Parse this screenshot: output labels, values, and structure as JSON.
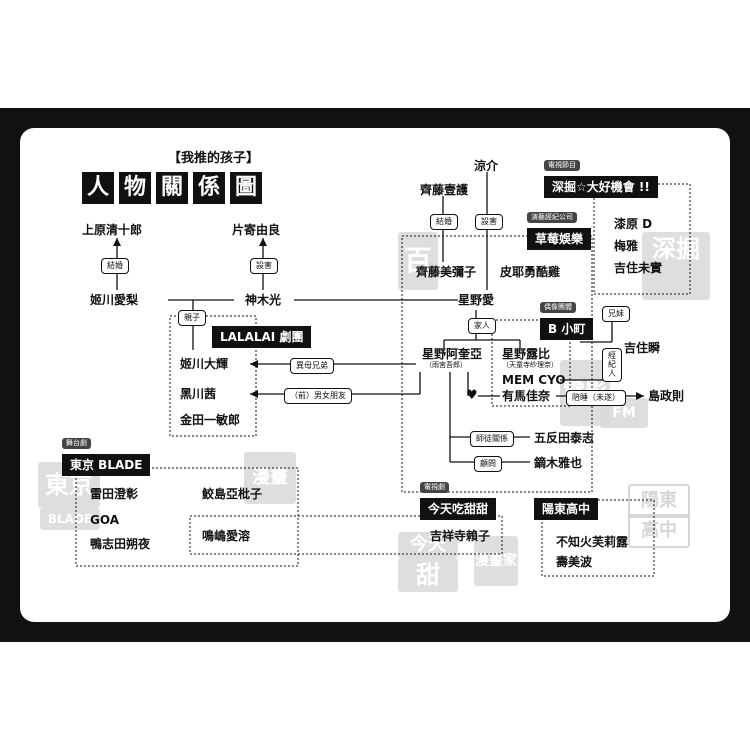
{
  "title": {
    "subtitle": "【我推的孩子】",
    "chars": [
      "人",
      "物",
      "關",
      "係",
      "圖"
    ]
  },
  "people": {
    "uehara": "上原清十郎",
    "katayose": "片寄由良",
    "himekawa_airi": "姬川愛梨",
    "kamiki": "神木光",
    "saito_ichigo": "齊藤壹護",
    "saito_miyako": "齊藤美彌子",
    "ryosuke": "涼介",
    "pieyon": "皮耶勇酷雞",
    "ai": "星野愛",
    "aqua": "星野阿奎亞",
    "aqua_sub": "（雨宮吾郎）",
    "ruby": "星野露比",
    "ruby_sub": "（天童寺紗理奈）",
    "memcho": "MEM CYO",
    "kana": "有馬佳奈",
    "taishi": "五反田泰志",
    "masaya": "鏑木雅也",
    "taiki": "姬川大輝",
    "akane": "黑川茜",
    "kindaichi": "金田一敏郎",
    "urushibara": "漆原 D",
    "miyabi": "梅雅",
    "yoshizumi_mikan": "吉住未實",
    "yoshizumi_shun": "吉住瞬",
    "shima": "島政則",
    "raida": "雷田澄彰",
    "goa": "GOA",
    "kamoshida": "鴨志田朔夜",
    "sameshima": "鮫島亞枇子",
    "narushima": "鳴嶋愛溶",
    "kichijoji": "吉祥寺賴子",
    "frill": "不知火芙莉露",
    "kotobuki": "壽美波"
  },
  "groups": {
    "fukahori": "深掘☆大好機會 !!",
    "fukahori_tag": "電視節目",
    "ichigo_pro": "草莓娛樂",
    "ichigo_pro_tag": "演藝經紀公司",
    "b_komachi": "B 小町",
    "b_komachi_tag": "偶像團體",
    "lalalai": "LALALAI 劇團",
    "tokyo_blade": "東京 BLADE",
    "tokyo_blade_tag": "舞台劇",
    "kyouama": "今天吃甜甜",
    "kyouama_tag": "電視劇",
    "youtou": "陽東高中"
  },
  "relations": {
    "married_1": "結婚",
    "married_2": "結婚",
    "sex": "設害",
    "fan": "設害",
    "parent": "親子",
    "family": "家人",
    "half_brother": "異母兄弟",
    "ex_bf_gf": "（前）男女朋友",
    "mentor": "師徒關係",
    "advisor": "顧問",
    "siblings": "兄妹",
    "manager": "經紀人",
    "escort": "陪睡（未遂）"
  },
  "stamps": {
    "s1": "百",
    "s2": "深掘",
    "s3": "東京",
    "s4": "BLADE",
    "s5": "漫畫",
    "s6": "今天",
    "s7": "甜",
    "s8": "漫畫家",
    "s9": "陽東",
    "s10": "高中",
    "s11": "電影",
    "s12": "FM"
  },
  "colors": {
    "frame": "#111111",
    "box": "#111111",
    "tag": "#444444",
    "stamp": "#d9d9d9"
  }
}
